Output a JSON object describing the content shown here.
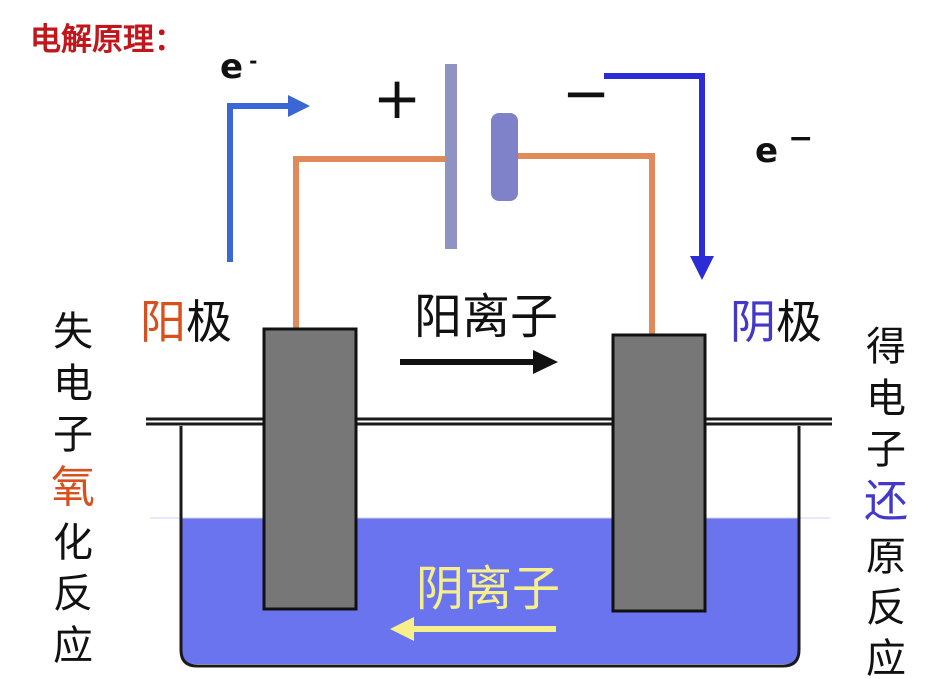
{
  "title": "电解原理：",
  "electron_left": {
    "symbol": "e",
    "charge": "-"
  },
  "electron_right": {
    "symbol": "e",
    "charge": "−"
  },
  "battery": {
    "positive": "+",
    "negative": "−"
  },
  "anode": {
    "char1": "阳",
    "char2": "极"
  },
  "cathode": {
    "char1": "阴",
    "char2": "极"
  },
  "cation_label": "阳离子",
  "anion_label": "阴离子",
  "left_side": {
    "c1": "失",
    "c2": "电",
    "c3": "子",
    "c4": "氧",
    "c5": "化",
    "c6": "反",
    "c7": "应"
  },
  "right_side": {
    "c1": "得",
    "c2": "电",
    "c3": "子",
    "c4": "还",
    "c5": "原",
    "c6": "反",
    "c7": "应"
  },
  "colors": {
    "title": "#c0161c",
    "anode_accent": "#d8501e",
    "cathode_accent": "#4338c8",
    "electrolyte": "#6a74ee",
    "electrode": "#777777",
    "wire": "#e08a5c",
    "electron_arrow_left": "#3a66d6",
    "electron_arrow_right": "#2c2cd6",
    "anion_text": "#f6ef8a"
  }
}
